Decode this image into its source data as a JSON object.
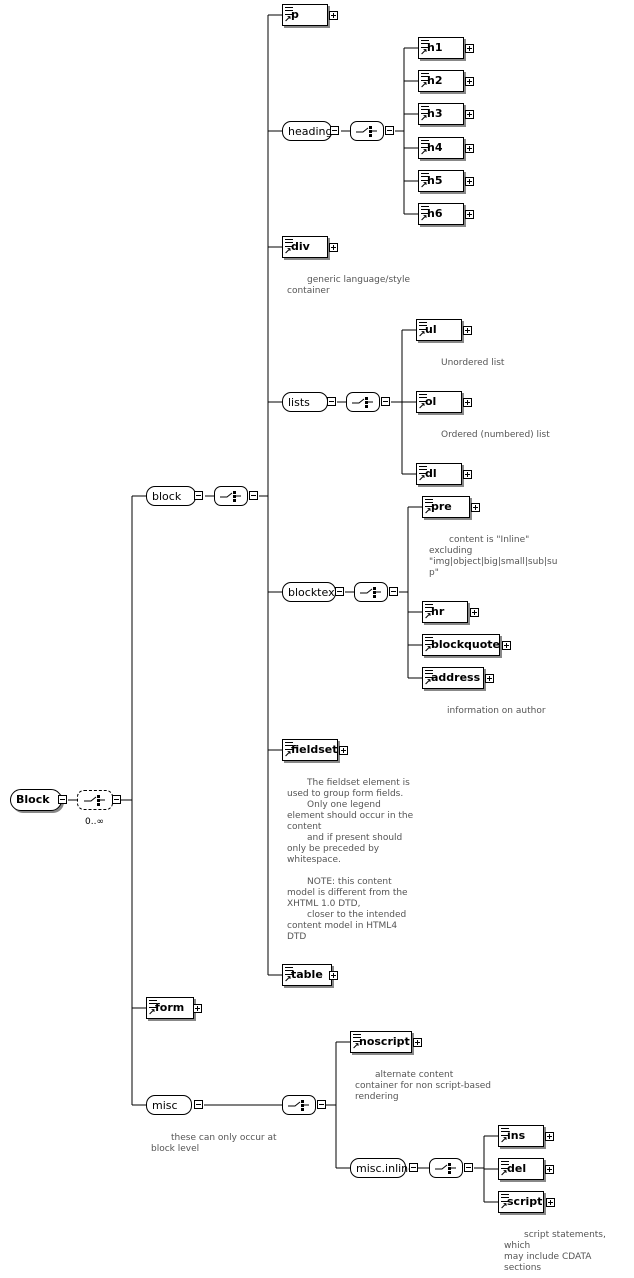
{
  "root": {
    "label": "Block",
    "occurrence": "0..∞"
  },
  "groups": {
    "block": "block",
    "heading": "heading",
    "lists": "lists",
    "blocktext": "blocktext",
    "misc": "misc",
    "misc_inline": "misc.inline"
  },
  "elements": {
    "p": "p",
    "h1": "h1",
    "h2": "h2",
    "h3": "h3",
    "h4": "h4",
    "h5": "h5",
    "h6": "h6",
    "div": "div",
    "ul": "ul",
    "ol": "ol",
    "dl": "dl",
    "pre": "pre",
    "hr": "hr",
    "blockquote": "blockquote",
    "address": "address",
    "fieldset": "fieldset",
    "table": "table",
    "form": "form",
    "noscript": "noscript",
    "ins": "ins",
    "del": "del",
    "script": "script"
  },
  "notes": {
    "div": "       generic language/style\ncontainer",
    "ul": "Unordered list",
    "ol": "Ordered (numbered) list",
    "pre": "       content is \"Inline\"\nexcluding\n\"img|object|big|small|sub|su\np\"",
    "address": "information on author",
    "fieldset": "       The fieldset element is\nused to group form fields.\n       Only one legend\nelement should occur in the\ncontent\n       and if present should\nonly be preceded by\nwhitespace.\n\n       NOTE: this content\nmodel is different from the\nXHTML 1.0 DTD,\n       closer to the intended\ncontent model in HTML4\nDTD",
    "noscript": "       alternate content\ncontainer for non script-based\nrendering",
    "misc": "       these can only occur at\nblock level",
    "script": "       script statements, which\nmay include CDATA\nsections"
  }
}
